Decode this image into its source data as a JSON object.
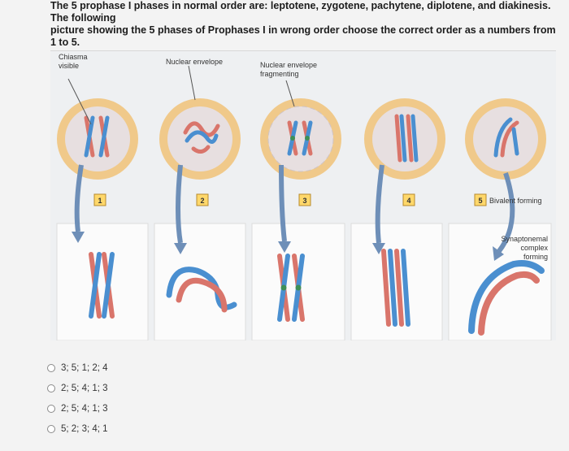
{
  "question": {
    "line1": "The 5 prophase I phases in normal order are: leptotene, zygotene, pachytene, diplotene, and diakinesis. The following",
    "line2": "picture showing the 5 phases of Prophases I in wrong order choose the correct order as a numbers from 1 to 5."
  },
  "figure": {
    "labels": {
      "chiasma": [
        "Chiasma",
        "visible"
      ],
      "nuclear_envelope": "Nuclear envelope",
      "nuclear_envelope_fragmenting": [
        "Nuclear envelope",
        "fragmenting"
      ],
      "bivalent_forming": "Bivalent forming",
      "synaptonemal": [
        "Synaptonemal",
        "complex",
        "forming"
      ]
    },
    "stage_numbers": [
      "1",
      "2",
      "3",
      "4",
      "5"
    ]
  },
  "options": [
    {
      "label": "3; 5; 1; 2; 4"
    },
    {
      "label": "2; 5; 4; 1; 3"
    },
    {
      "label": "2; 5; 4; 1; 3"
    },
    {
      "label": "5; 2; 3; 4; 1"
    }
  ],
  "colors": {
    "red": "#d9756b",
    "blue": "#4a8fd0",
    "cell_ring": "#f0c98a",
    "nucleus": "#e7dfe0",
    "arrow": "#6e8fb8",
    "box_border": "#b58a2e"
  }
}
